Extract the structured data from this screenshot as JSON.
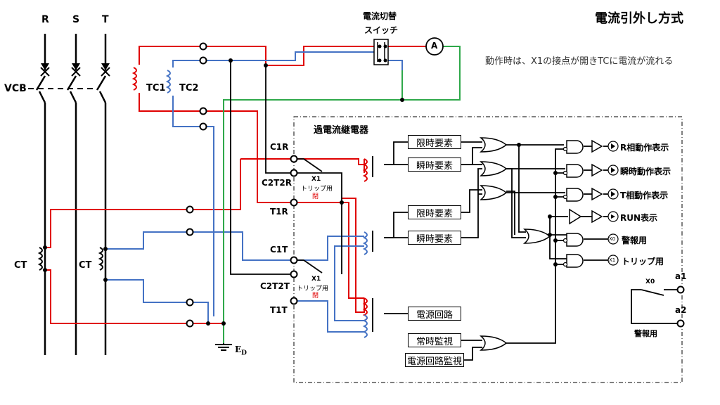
{
  "title": "電流引外し方式",
  "note": "動作時は、X1の接点が開きTCに電流が流れる",
  "phases": {
    "r": "R",
    "s": "S",
    "t": "T"
  },
  "vcb": "VCB",
  "ct": "CT",
  "trip_coils": {
    "tc1": "TC1",
    "tc2": "TC2"
  },
  "switch_label": {
    "line1": "電流切替",
    "line2": "スイッチ"
  },
  "ammeter": "A",
  "ground": {
    "label": "E",
    "sub": "D"
  },
  "relay_title": "過電流継電器",
  "terminals": {
    "c1r": "C1R",
    "c2t2r": "C2T2R",
    "t1r": "T1R",
    "c1t": "C1T",
    "c2t2t": "C2T2T",
    "t1t": "T1T"
  },
  "contact_x1": {
    "name": "X1",
    "purpose": "トリップ用",
    "state": "閉"
  },
  "blocks": {
    "limit1": "限時要素",
    "inst1": "瞬時要素",
    "limit2": "限時要素",
    "inst2": "瞬時要素",
    "power": "電源回路",
    "monitor": "常時監視",
    "power_monitor": "電源回路監視"
  },
  "outputs": {
    "r_phase": "R相動作表示",
    "instant": "瞬時動作表示",
    "t_phase": "T相動作表示",
    "run": "RUN表示",
    "alarm": "警報用",
    "trip": "トリップ用"
  },
  "output_icons": {
    "x0": "X0",
    "x1": "X1"
  },
  "alarm_contact": {
    "name": "X0",
    "a1": "a1",
    "a2": "a2",
    "label": "警報用"
  },
  "colors": {
    "red_circuit": "#e00000",
    "blue_circuit": "#4472c4",
    "green_circuit": "#2ea84a",
    "black_wire": "#000000"
  }
}
